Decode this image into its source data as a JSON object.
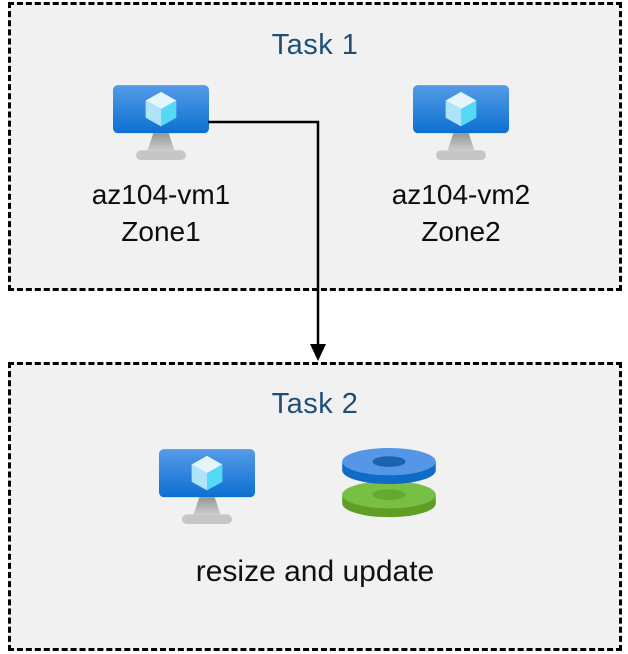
{
  "task1": {
    "title": "Task 1",
    "vms": [
      {
        "name": "az104-vm1",
        "zone": "Zone1",
        "icon": "virtual-machine-icon"
      },
      {
        "name": "az104-vm2",
        "zone": "Zone2",
        "icon": "virtual-machine-icon"
      }
    ]
  },
  "task2": {
    "title": "Task 2",
    "caption": "resize and update",
    "icons": [
      "virtual-machine-icon",
      "disk-stack-icon"
    ]
  },
  "arrow": {
    "from": "az104-vm1",
    "to": "Task 2",
    "color": "#000000"
  },
  "colors": {
    "box_background": "#f1f1f1",
    "box_border": "#000000",
    "title_text": "#1f4e79",
    "label_text": "#0c0c0c",
    "screen_gradient_top": "#559be8",
    "screen_gradient_bottom": "#0c70d0",
    "cube_top": "#e4f5fd",
    "cube_left": "#aee4f9",
    "cube_right": "#55d9f7",
    "stand_top": "#969696",
    "stand_bottom": "#cccccc",
    "stand_base": "#c6c6c6",
    "disk_blue_top": "#5597e6",
    "disk_blue_rim": "#0f6bc8",
    "disk_blue_hole": "#1b63af",
    "disk_green_top": "#78c045",
    "disk_green_rim": "#5f9d24",
    "disk_green_hole": "#64aa30"
  }
}
